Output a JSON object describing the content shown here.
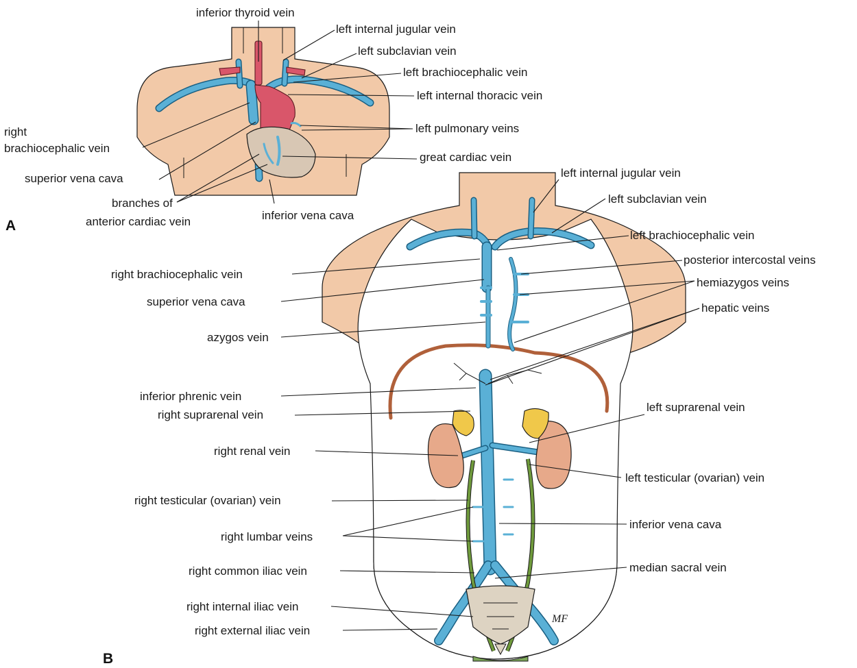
{
  "panel_a": {
    "tag": "A",
    "labels": {
      "inferior_thyroid_vein": "inferior thyroid vein",
      "left_internal_jugular_vein": "left internal jugular vein",
      "left_subclavian_vein": "left subclavian vein",
      "left_brachiocephalic_vein": "left brachiocephalic vein",
      "left_internal_thoracic_vein": "left internal thoracic vein",
      "right_brachiocephalic_line1": "right",
      "right_brachiocephalic_line2": "brachiocephalic vein",
      "left_pulmonary_veins": "left pulmonary veins",
      "superior_vena_cava": "superior vena cava",
      "great_cardiac_vein": "great cardiac vein",
      "branches_line1": "branches of",
      "branches_line2": "anterior cardiac vein",
      "inferior_vena_cava": "inferior vena cava"
    }
  },
  "panel_b": {
    "tag": "B",
    "labels": {
      "left_internal_jugular_vein": "left internal jugular vein",
      "left_subclavian_vein": "left subclavian vein",
      "left_brachiocephalic_vein": "left brachiocephalic vein",
      "right_brachiocephalic_vein": "right brachiocephalic vein",
      "posterior_intercostal_veins": "posterior intercostal veins",
      "hemiazygos_veins": "hemiazygos veins",
      "superior_vena_cava": "superior vena cava",
      "hepatic_veins": "hepatic veins",
      "azygos_vein": "azygos vein",
      "inferior_phrenic_vein": "inferior phrenic vein",
      "right_suprarenal_vein": "right suprarenal vein",
      "left_suprarenal_vein": "left suprarenal vein",
      "right_renal_vein": "right renal vein",
      "left_testicular_vein": "left testicular (ovarian) vein",
      "right_testicular_vein": "right testicular (ovarian) vein",
      "right_lumbar_veins": "right lumbar veins",
      "inferior_vena_cava": "inferior vena cava",
      "right_common_iliac_vein": "right common iliac vein",
      "median_sacral_vein": "median sacral vein",
      "right_internal_iliac_vein": "right internal iliac vein",
      "right_external_iliac_vein": "right external iliac vein"
    },
    "signature": "MF"
  },
  "colors": {
    "skin": "#f2c9a8",
    "vein": "#5ab0d6",
    "artery": "#d9566a",
    "heart": "#d8c7b4",
    "kidney": "#e7a98a",
    "suprarenal": "#f0c84a",
    "gonadal": "#6f9a3c",
    "diaphragm": "#b0603a",
    "sacrum": "#ddd3c2"
  }
}
